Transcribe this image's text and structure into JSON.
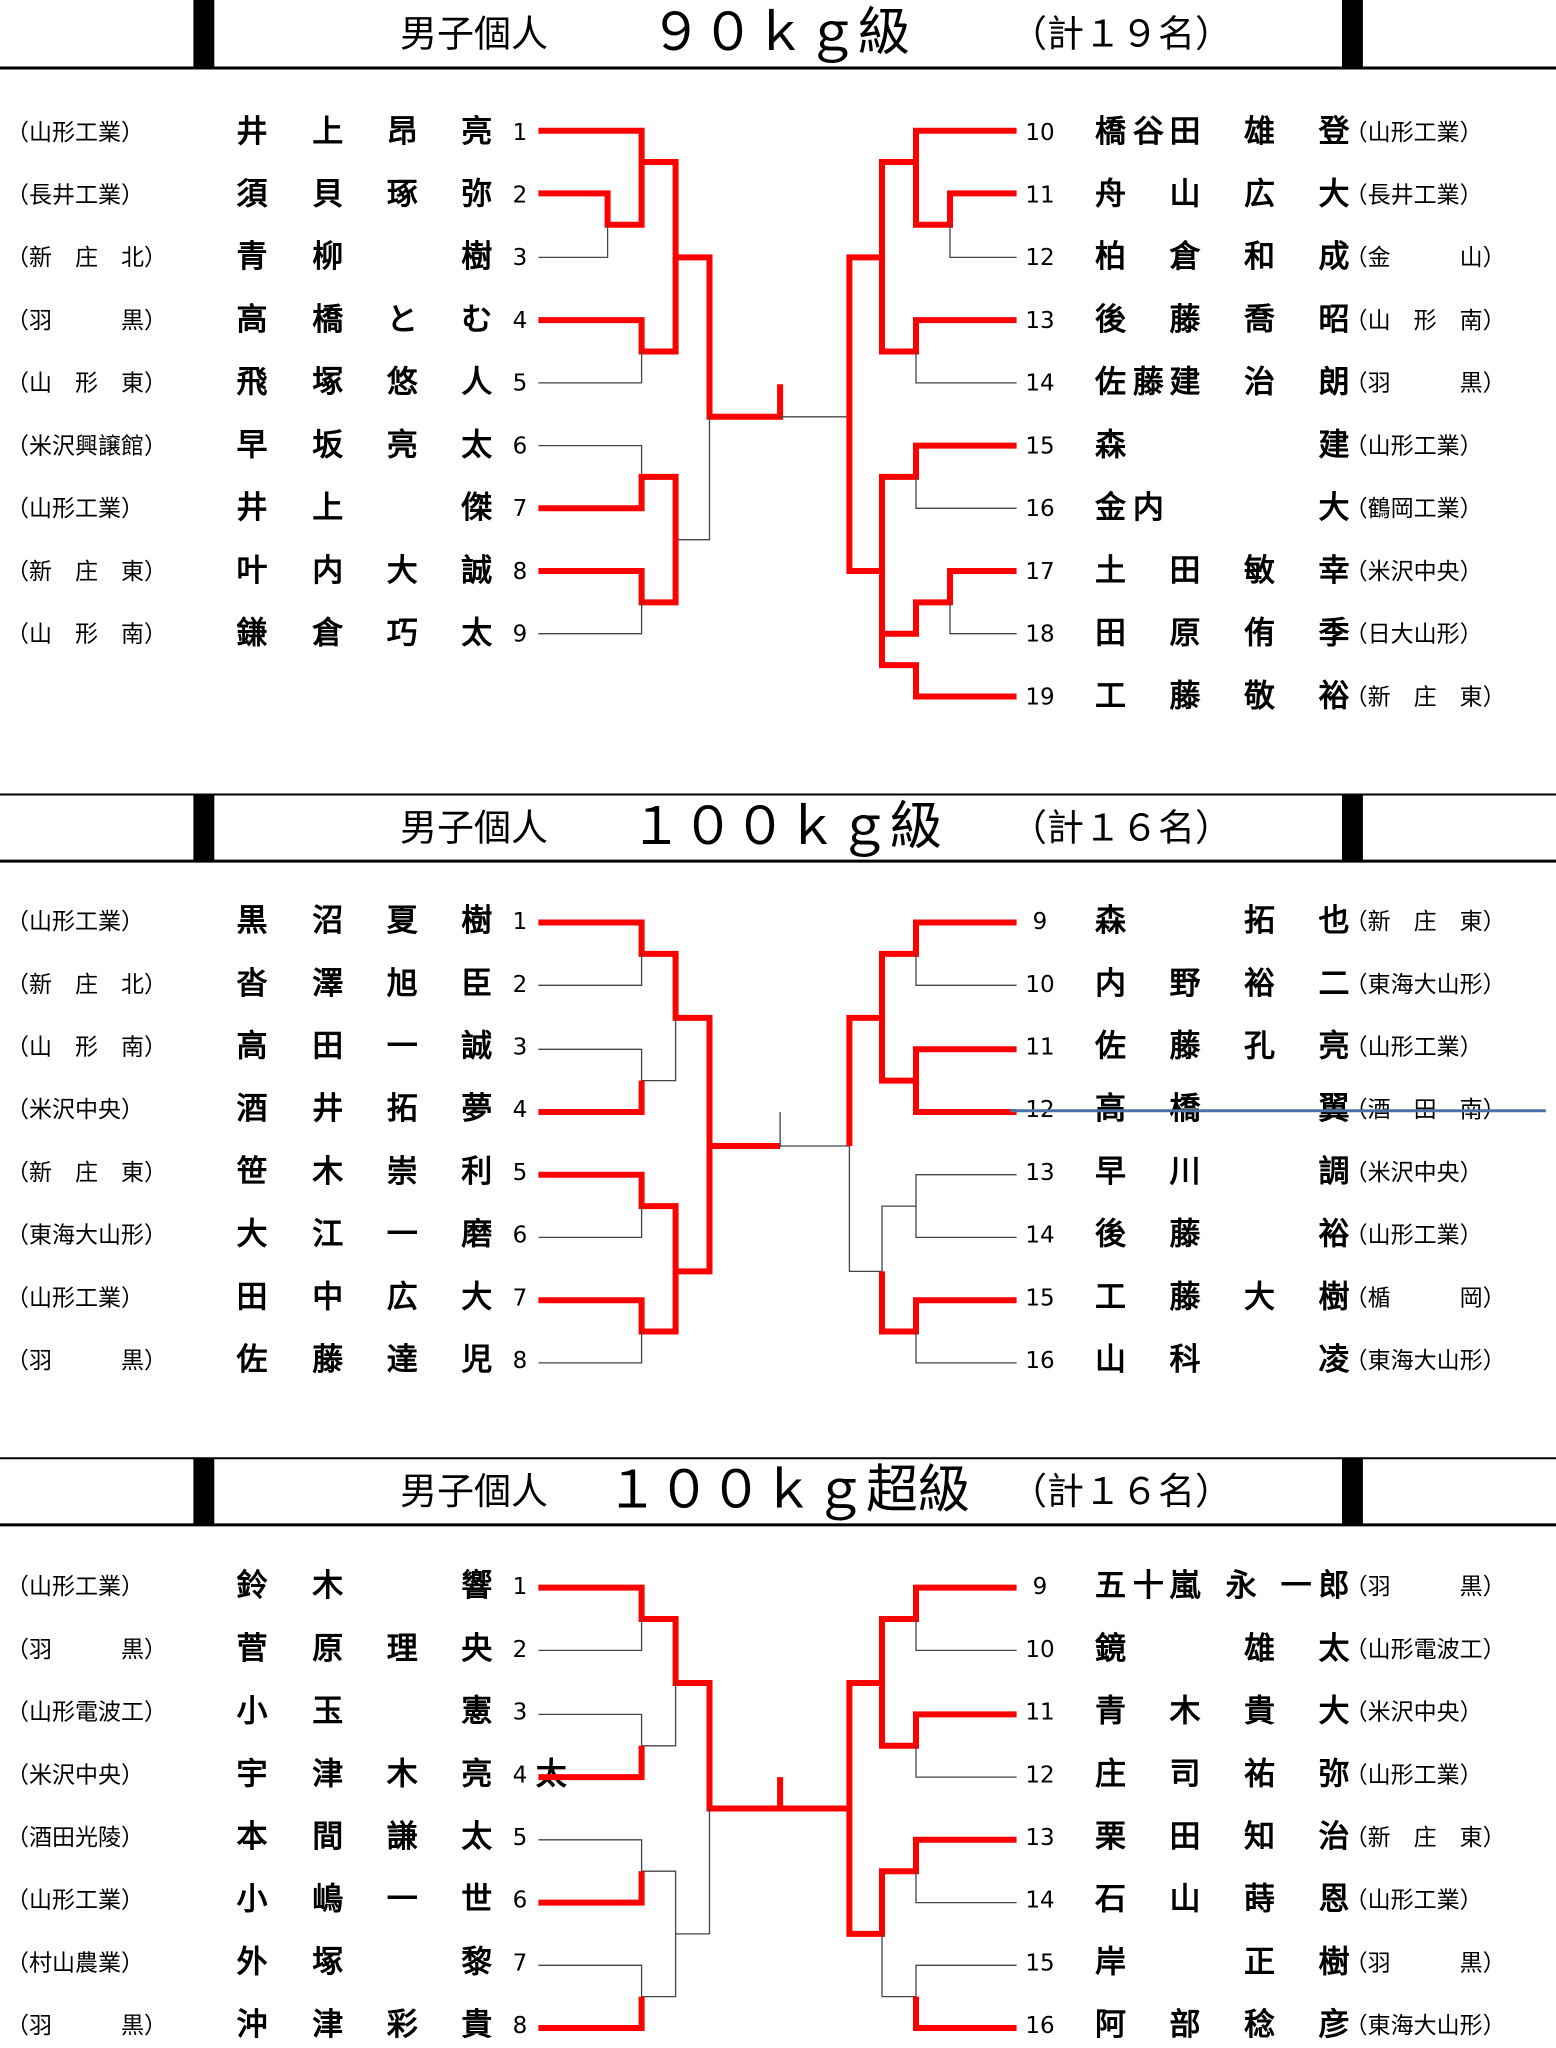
{
  "brackets": [
    {
      "title": {
        "prefix": "男子個人",
        "cls": "９０ｋｇ級",
        "count": "（計１９名）"
      },
      "left": [
        {
          "no": "1",
          "school": "（山形工業）",
          "name": [
            "井",
            "上",
            "昂",
            "亮"
          ]
        },
        {
          "no": "2",
          "school": "（長井工業）",
          "name": [
            "須",
            "貝",
            "琢",
            "弥"
          ]
        },
        {
          "no": "3",
          "school": "（新　庄　北）",
          "name": [
            "青",
            "柳",
            "",
            "樹"
          ]
        },
        {
          "no": "4",
          "school": "（羽　　　黒）",
          "name": [
            "高",
            "橋",
            "と",
            "む"
          ]
        },
        {
          "no": "5",
          "school": "（山　形　東）",
          "name": [
            "飛",
            "塚",
            "悠",
            "人"
          ]
        },
        {
          "no": "6",
          "school": "（米沢興譲館）",
          "name": [
            "早",
            "坂",
            "亮",
            "太"
          ]
        },
        {
          "no": "7",
          "school": "（山形工業）",
          "name": [
            "井",
            "上",
            "",
            "傑"
          ]
        },
        {
          "no": "8",
          "school": "（新　庄　東）",
          "name": [
            "叶",
            "内",
            "大",
            "誠"
          ]
        },
        {
          "no": "9",
          "school": "（山　形　南）",
          "name": [
            "鎌",
            "倉",
            "巧",
            "太"
          ]
        }
      ],
      "right": [
        {
          "no": "10",
          "school": "（山形工業）",
          "name": [
            "橋",
            "谷",
            "田",
            "雄",
            "登"
          ]
        },
        {
          "no": "11",
          "school": "（長井工業）",
          "name": [
            "舟",
            "",
            "山",
            "広",
            "大"
          ]
        },
        {
          "no": "12",
          "school": "（金　　　山）",
          "name": [
            "柏",
            "",
            "倉",
            "和",
            "成"
          ]
        },
        {
          "no": "13",
          "school": "（山　形　南）",
          "name": [
            "後",
            "",
            "藤",
            "喬",
            "昭"
          ]
        },
        {
          "no": "14",
          "school": "（羽　　　黒）",
          "name": [
            "佐",
            "藤",
            "建",
            "治",
            "朗"
          ]
        },
        {
          "no": "15",
          "school": "（山形工業）",
          "name": [
            "森",
            "",
            "",
            "",
            "建"
          ]
        },
        {
          "no": "16",
          "school": "（鶴岡工業）",
          "name": [
            "金",
            "内",
            "",
            "",
            "大"
          ]
        },
        {
          "no": "17",
          "school": "（米沢中央）",
          "name": [
            "土",
            "",
            "田",
            "敏",
            "幸"
          ]
        },
        {
          "no": "18",
          "school": "（日大山形）",
          "name": [
            "田",
            "",
            "原",
            "侑",
            "季"
          ]
        },
        {
          "no": "19",
          "school": "（新　庄　東）",
          "name": [
            "工",
            "",
            "藤",
            "敬",
            "裕"
          ]
        }
      ]
    },
    {
      "title": {
        "prefix": "男子個人",
        "cls": "１００ｋｇ級",
        "count": "（計１６名）"
      },
      "left": [
        {
          "no": "1",
          "school": "（山形工業）",
          "name": [
            "黒",
            "沼",
            "夏",
            "樹"
          ]
        },
        {
          "no": "2",
          "school": "（新　庄　北）",
          "name": [
            "沓",
            "澤",
            "旭",
            "臣"
          ]
        },
        {
          "no": "3",
          "school": "（山　形　南）",
          "name": [
            "高",
            "田",
            "一",
            "誠"
          ]
        },
        {
          "no": "4",
          "school": "（米沢中央）",
          "name": [
            "酒",
            "井",
            "拓",
            "夢"
          ]
        },
        {
          "no": "5",
          "school": "（新　庄　東）",
          "name": [
            "笹",
            "木",
            "崇",
            "利"
          ]
        },
        {
          "no": "6",
          "school": "（東海大山形）",
          "name": [
            "大",
            "江",
            "一",
            "磨"
          ]
        },
        {
          "no": "7",
          "school": "（山形工業）",
          "name": [
            "田",
            "中",
            "広",
            "大"
          ]
        },
        {
          "no": "8",
          "school": "（羽　　　黒）",
          "name": [
            "佐",
            "藤",
            "達",
            "児"
          ]
        }
      ],
      "right": [
        {
          "no": "9",
          "school": "（新　庄　東）",
          "name": [
            "森",
            "",
            "",
            "拓",
            "也"
          ]
        },
        {
          "no": "10",
          "school": "（東海大山形）",
          "name": [
            "内",
            "",
            "野",
            "裕",
            "二"
          ]
        },
        {
          "no": "11",
          "school": "（山形工業）",
          "name": [
            "佐",
            "",
            "藤",
            "孔",
            "亮"
          ]
        },
        {
          "no": "12",
          "school": "（酒　田　南）",
          "name": [
            "高",
            "",
            "橋",
            "",
            "翼"
          ]
        },
        {
          "no": "13",
          "school": "（米沢中央）",
          "name": [
            "早",
            "",
            "川",
            "",
            "調"
          ]
        },
        {
          "no": "14",
          "school": "（山形工業）",
          "name": [
            "後",
            "",
            "藤",
            "",
            "裕"
          ]
        },
        {
          "no": "15",
          "school": "（楯　　　岡）",
          "name": [
            "工",
            "",
            "藤",
            "大",
            "樹"
          ]
        },
        {
          "no": "16",
          "school": "（東海大山形）",
          "name": [
            "山",
            "",
            "科",
            "",
            "凌"
          ]
        }
      ]
    },
    {
      "title": {
        "prefix": "男子個人",
        "cls": "１００ｋｇ超級",
        "count": "（計１６名）"
      },
      "left": [
        {
          "no": "1",
          "school": "（山形工業）",
          "name": [
            "鈴",
            "木",
            "",
            "響"
          ]
        },
        {
          "no": "2",
          "school": "（羽　　　黒）",
          "name": [
            "菅",
            "原",
            "理",
            "央"
          ]
        },
        {
          "no": "3",
          "school": "（山形電波工）",
          "name": [
            "小",
            "玉",
            "",
            "憲"
          ]
        },
        {
          "no": "4",
          "school": "（米沢中央）",
          "name": [
            "宇",
            "津",
            "木",
            "亮",
            "太"
          ]
        },
        {
          "no": "5",
          "school": "（酒田光陵）",
          "name": [
            "本",
            "間",
            "謙",
            "太"
          ]
        },
        {
          "no": "6",
          "school": "（山形工業）",
          "name": [
            "小",
            "嶋",
            "一",
            "世"
          ]
        },
        {
          "no": "7",
          "school": "（村山農業）",
          "name": [
            "外",
            "塚",
            "",
            "黎"
          ]
        },
        {
          "no": "8",
          "school": "（羽　　　黒）",
          "name": [
            "沖",
            "津",
            "彩",
            "貴"
          ]
        }
      ],
      "right": [
        {
          "no": "9",
          "school": "（羽　　　黒）",
          "name": [
            "五",
            "十",
            "嵐",
            "永",
            "一",
            "郎"
          ]
        },
        {
          "no": "10",
          "school": "（山形電波工）",
          "name": [
            "鏡",
            "",
            "",
            "雄",
            "太"
          ]
        },
        {
          "no": "11",
          "school": "（米沢中央）",
          "name": [
            "青",
            "",
            "木",
            "貴",
            "大"
          ]
        },
        {
          "no": "12",
          "school": "（山形工業）",
          "name": [
            "庄",
            "",
            "司",
            "祐",
            "弥"
          ]
        },
        {
          "no": "13",
          "school": "（新　庄　東）",
          "name": [
            "栗",
            "",
            "田",
            "知",
            "治"
          ]
        },
        {
          "no": "14",
          "school": "（山形工業）",
          "name": [
            "石",
            "",
            "山",
            "蒔",
            "恩"
          ]
        },
        {
          "no": "15",
          "school": "（羽　　　黒）",
          "name": [
            "岸",
            "",
            "",
            "正",
            "樹"
          ]
        },
        {
          "no": "16",
          "school": "（東海大山形）",
          "name": [
            "阿",
            "",
            "部",
            "稔",
            "彦"
          ]
        }
      ]
    }
  ]
}
